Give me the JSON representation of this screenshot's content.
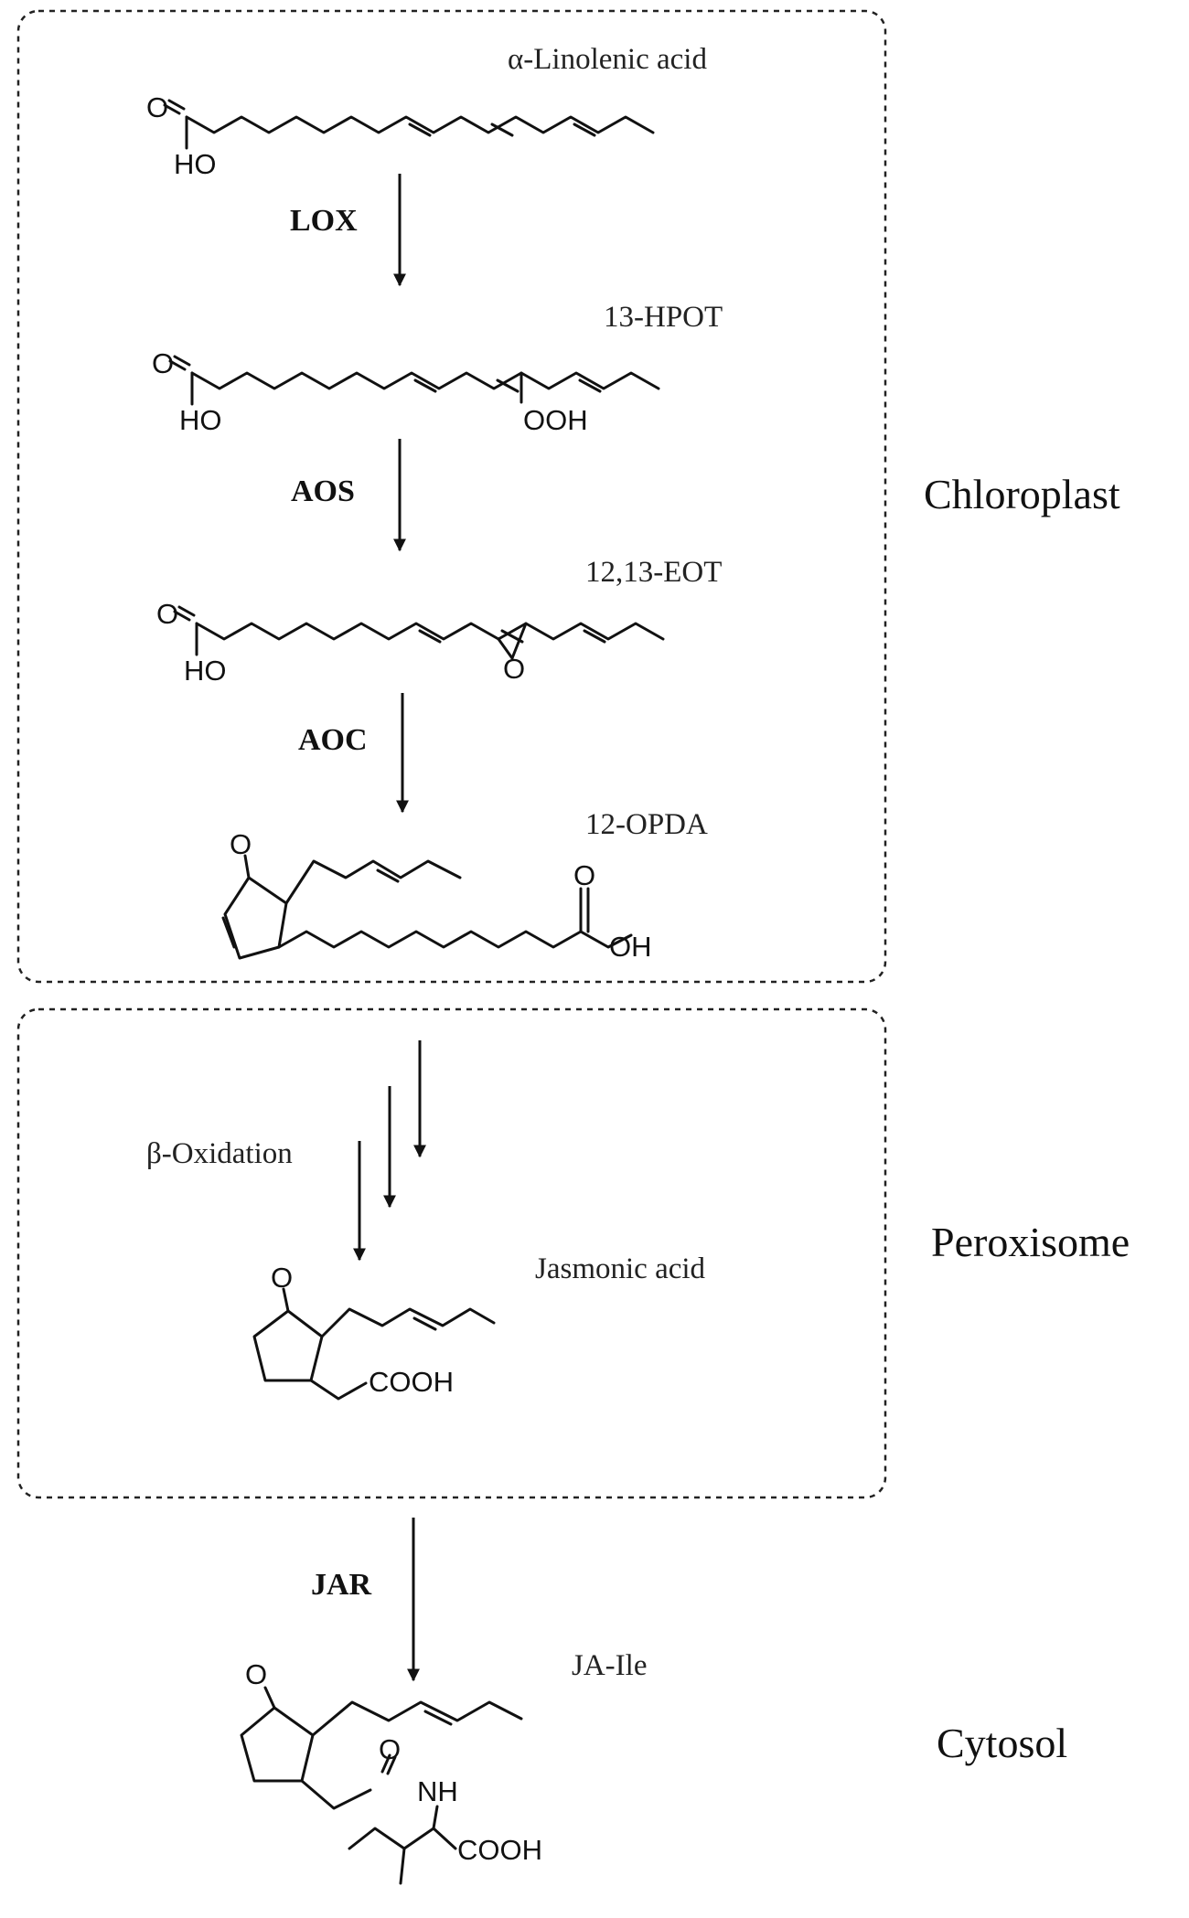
{
  "compartments": {
    "chloroplast": "Chloroplast",
    "peroxisome": "Peroxisome",
    "cytosol": "Cytosol"
  },
  "compounds": {
    "linolenic": "α-Linolenic acid",
    "hpot": "13-HPOT",
    "eot": "12,13-EOT",
    "opda": "12-OPDA",
    "ja": "Jasmonic acid",
    "jaile": "JA-Ile"
  },
  "enzymes": {
    "lox": "LOX",
    "aos": "AOS",
    "aoc": "AOC",
    "beta_oxidation": "β-Oxidation",
    "jar": "JAR"
  },
  "atoms": {
    "o": "O",
    "ho": "HO",
    "oh": "OH",
    "ooh": "OOH",
    "cooh": "COOH",
    "nh": "NH"
  }
}
